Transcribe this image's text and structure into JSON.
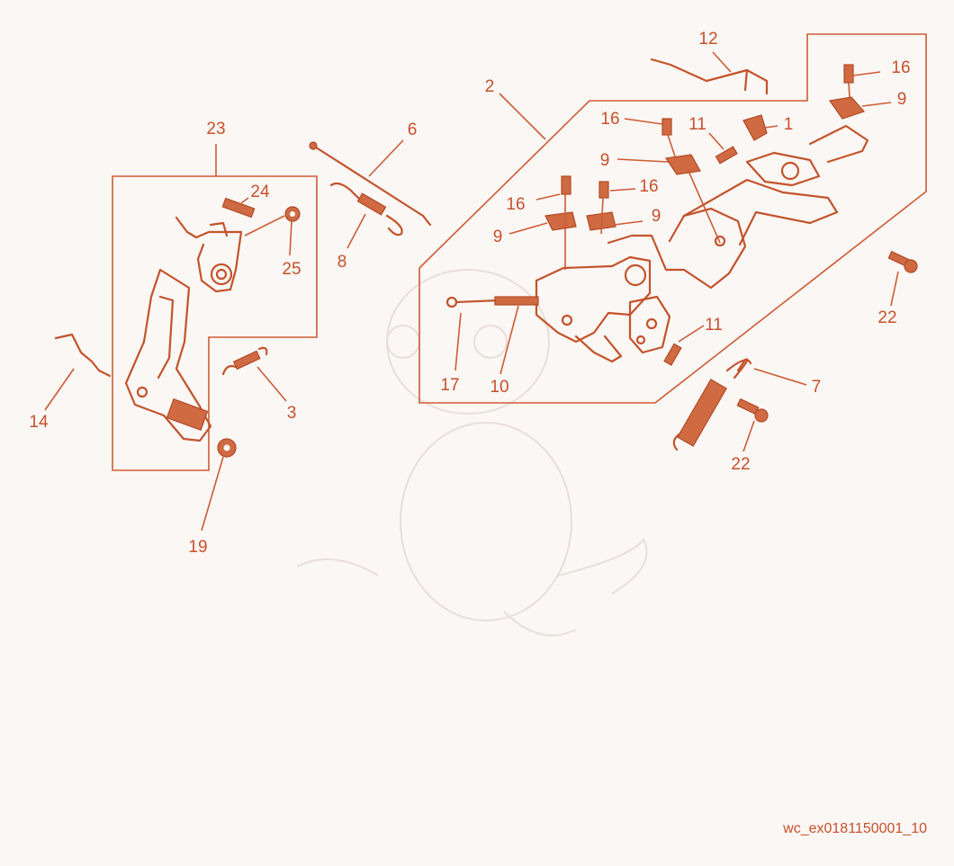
{
  "diagram": {
    "reference_code": "wc_ex0181150001_10",
    "callouts": {
      "c1": "1",
      "c2": "2",
      "c3": "3",
      "c6": "6",
      "c7": "7",
      "c8": "8",
      "c9a": "9",
      "c9b": "9",
      "c9c": "9",
      "c9d": "9",
      "c10": "10",
      "c11a": "11",
      "c11b": "11",
      "c12": "12",
      "c14": "14",
      "c16a": "16",
      "c16b": "16",
      "c16c": "16",
      "c16d": "16",
      "c17": "17",
      "c19": "19",
      "c22a": "22",
      "c22b": "22",
      "c23": "23",
      "c24": "24",
      "c25": "25"
    },
    "colors": {
      "accent": "#c9502a",
      "background": "#faf7f5",
      "watermark": "#e8dedb"
    }
  }
}
